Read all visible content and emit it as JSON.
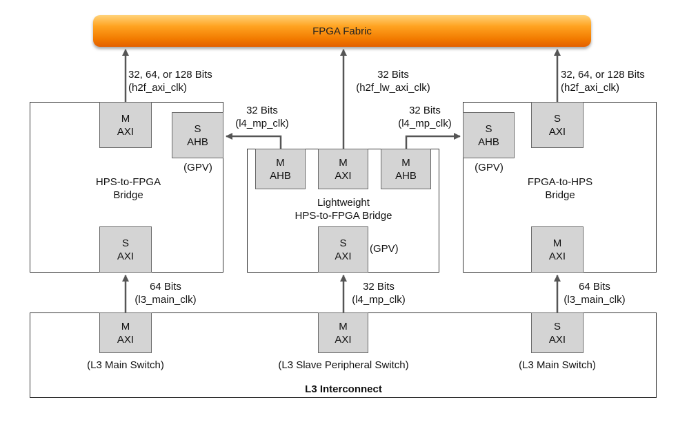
{
  "fabric": {
    "label": "FPGA Fabric",
    "gradient": [
      "#ffd27a",
      "#ffa321",
      "#f27b00",
      "#e35f00"
    ]
  },
  "h2f": {
    "title_line1": "HPS-to-FPGA",
    "title_line2": "Bridge",
    "port_top": {
      "l1": "M",
      "l2": "AXI"
    },
    "port_side": {
      "l1": "S",
      "l2": "AHB"
    },
    "port_bottom": {
      "l1": "S",
      "l2": "AXI"
    },
    "gpv": "(GPV)",
    "up_bits": "32, 64, or 128 Bits",
    "up_clk": "(h2f_axi_clk)",
    "down_bits": "64 Bits",
    "down_clk": "(l3_main_clk)"
  },
  "lw": {
    "title_line1": "Lightweight",
    "title_line2": "HPS-to-FPGA Bridge",
    "port_left": {
      "l1": "M",
      "l2": "AHB"
    },
    "port_mid": {
      "l1": "M",
      "l2": "AXI"
    },
    "port_right": {
      "l1": "M",
      "l2": "AHB"
    },
    "port_bottom": {
      "l1": "S",
      "l2": "AXI"
    },
    "gpv": "(GPV)",
    "up_bits": "32 Bits",
    "up_clk": "(h2f_lw_axi_clk)",
    "left_bits": "32 Bits",
    "left_clk": "(l4_mp_clk)",
    "right_bits": "32 Bits",
    "right_clk": "(l4_mp_clk)",
    "down_bits": "32 Bits",
    "down_clk": "(l4_mp_clk)"
  },
  "f2h": {
    "title_line1": "FPGA-to-HPS",
    "title_line2": "Bridge",
    "port_top": {
      "l1": "S",
      "l2": "AXI"
    },
    "port_side": {
      "l1": "S",
      "l2": "AHB"
    },
    "port_bottom": {
      "l1": "M",
      "l2": "AXI"
    },
    "gpv": "(GPV)",
    "up_bits": "32, 64, or 128 Bits",
    "up_clk": "(h2f_axi_clk)",
    "down_bits": "64 Bits",
    "down_clk": "(l3_main_clk)"
  },
  "l3": {
    "title": "L3 Interconnect",
    "left": {
      "l1": "M",
      "l2": "AXI",
      "name": "(L3 Main Switch)"
    },
    "mid": {
      "l1": "M",
      "l2": "AXI",
      "name": "(L3 Slave Peripheral Switch)"
    },
    "right": {
      "l1": "S",
      "l2": "AXI",
      "name": "(L3 Main Switch)"
    }
  }
}
